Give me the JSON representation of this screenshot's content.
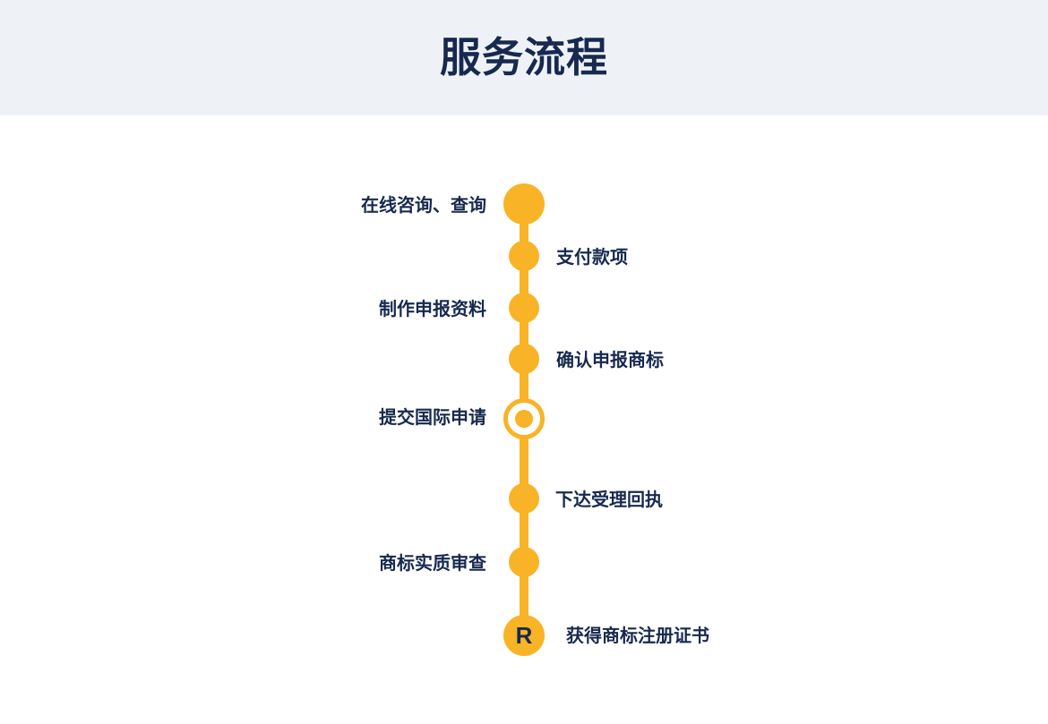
{
  "title": "服务流程",
  "accent_color": "#f8b326",
  "text_color": "#17294f",
  "header_bg": "#eef1f6",
  "steps": [
    {
      "label": "在线咨询、查询",
      "side": "left",
      "marker": "big"
    },
    {
      "label": "支付款项",
      "side": "right",
      "marker": "small"
    },
    {
      "label": "制作申报资料",
      "side": "left",
      "marker": "small"
    },
    {
      "label": "确认申报商标",
      "side": "right",
      "marker": "small"
    },
    {
      "label": "提交国际申请",
      "side": "left",
      "marker": "ring"
    },
    {
      "label": "下达受理回执",
      "side": "right",
      "marker": "small"
    },
    {
      "label": "商标实质审查",
      "side": "left",
      "marker": "small"
    },
    {
      "label": "获得商标注册证书",
      "side": "right",
      "marker": "final",
      "marker_text": "R"
    }
  ]
}
